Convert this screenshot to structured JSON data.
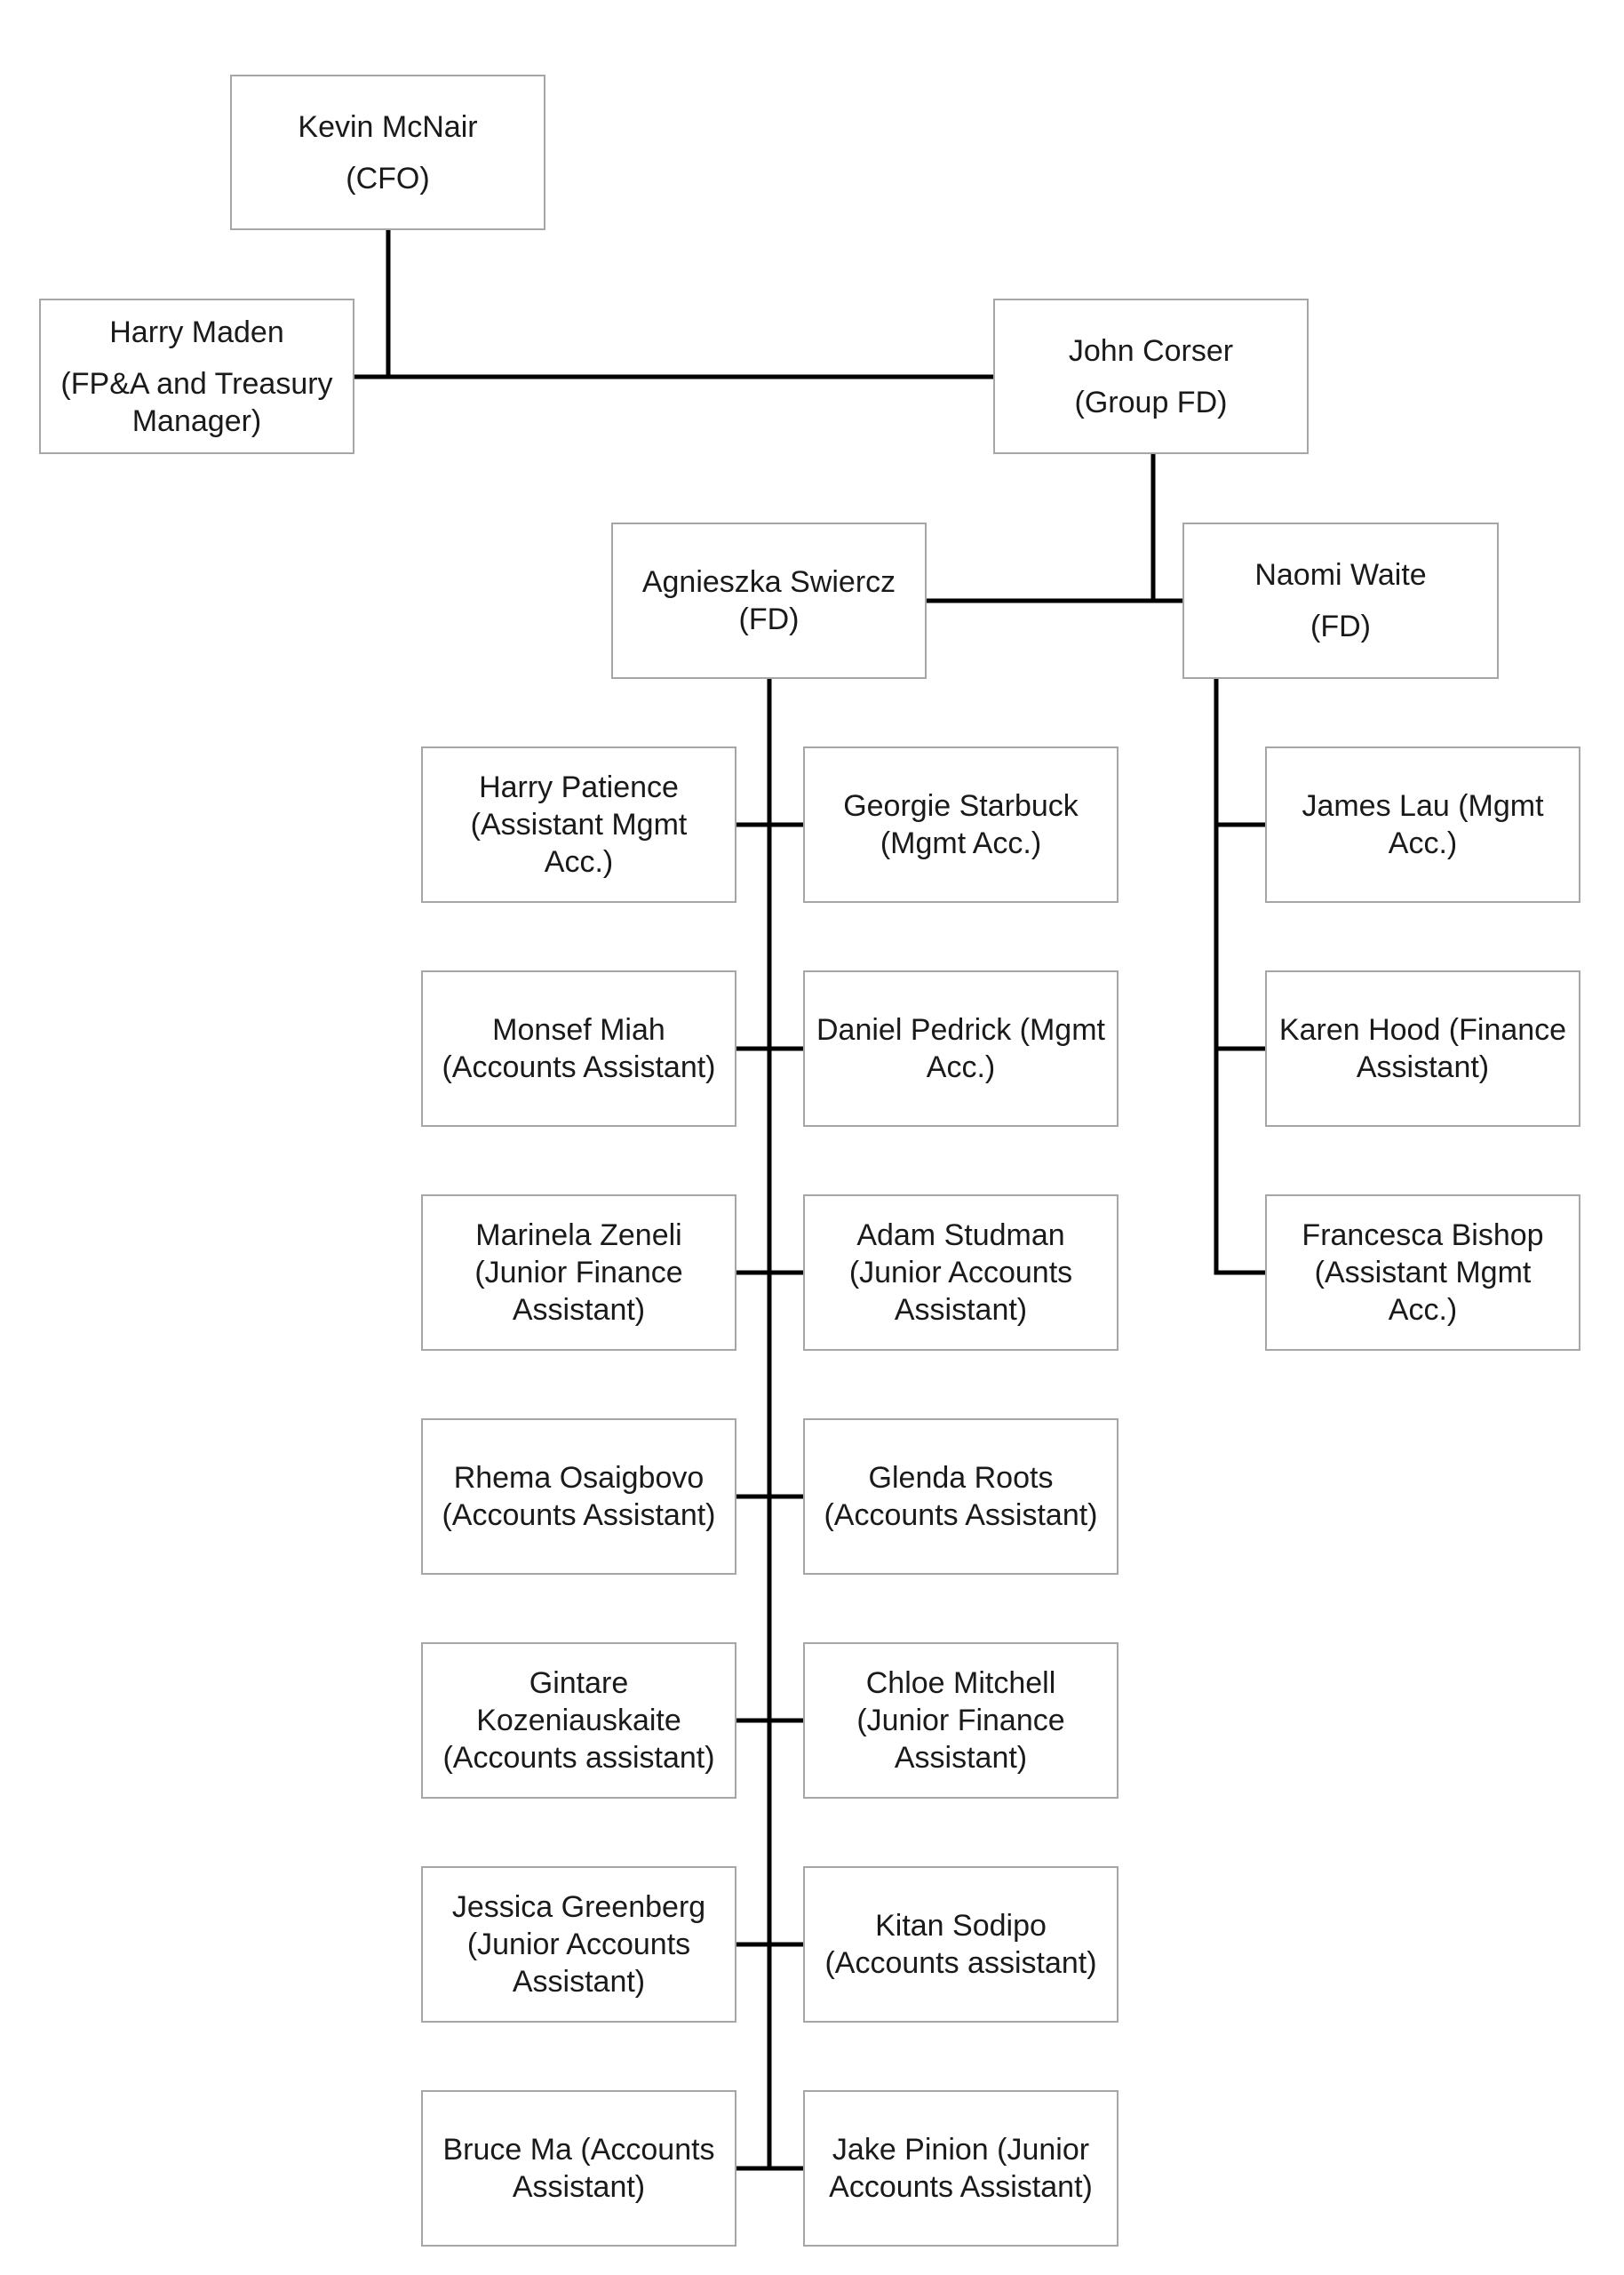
{
  "org_chart": {
    "cfo": {
      "name": "Kevin McNair",
      "role": "(CFO)"
    },
    "fpa_manager": {
      "name": "Harry Maden",
      "role_line1": "(FP&A and Treasury",
      "role_line2": "Manager)"
    },
    "group_fd": {
      "name": "John Corser",
      "role": "(Group FD)"
    },
    "fd_agnieszka": {
      "name": "Agnieszka Swiercz",
      "role": "(FD)"
    },
    "fd_naomi": {
      "name": "Naomi Waite",
      "role": "(FD)"
    },
    "agnieszka_team": [
      {
        "left": [
          "Harry Patience",
          "(Assistant Mgmt",
          "Acc.)"
        ],
        "right": [
          "Georgie Starbuck",
          "(Mgmt Acc.)"
        ]
      },
      {
        "left": [
          "Monsef Miah",
          "(Accounts Assistant)"
        ],
        "right": [
          "Daniel Pedrick (Mgmt",
          "Acc.)"
        ]
      },
      {
        "left": [
          "Marinela Zeneli",
          "(Junior Finance",
          "Assistant)"
        ],
        "right": [
          "Adam Studman",
          "(Junior Accounts",
          "Assistant)"
        ]
      },
      {
        "left": [
          "Rhema Osaigbovo",
          "(Accounts Assistant)"
        ],
        "right": [
          "Glenda Roots",
          "(Accounts Assistant)"
        ]
      },
      {
        "left": [
          "Gintare",
          "Kozeniauskaite",
          "(Accounts assistant)"
        ],
        "right": [
          "Chloe Mitchell",
          "(Junior Finance",
          "Assistant)"
        ]
      },
      {
        "left": [
          "Jessica Greenberg",
          "(Junior Accounts",
          "Assistant)"
        ],
        "right": [
          "Kitan Sodipo",
          "(Accounts assistant)"
        ]
      },
      {
        "left": [
          "Bruce Ma (Accounts",
          "Assistant)"
        ],
        "right": [
          "Jake Pinion (Junior",
          "Accounts Assistant)"
        ]
      }
    ],
    "naomi_team": [
      [
        "James Lau (Mgmt",
        "Acc.)"
      ],
      [
        "Karen Hood (Finance",
        "Assistant)"
      ],
      [
        "Francesca Bishop",
        "(Assistant Mgmt",
        "Acc.)"
      ]
    ]
  }
}
